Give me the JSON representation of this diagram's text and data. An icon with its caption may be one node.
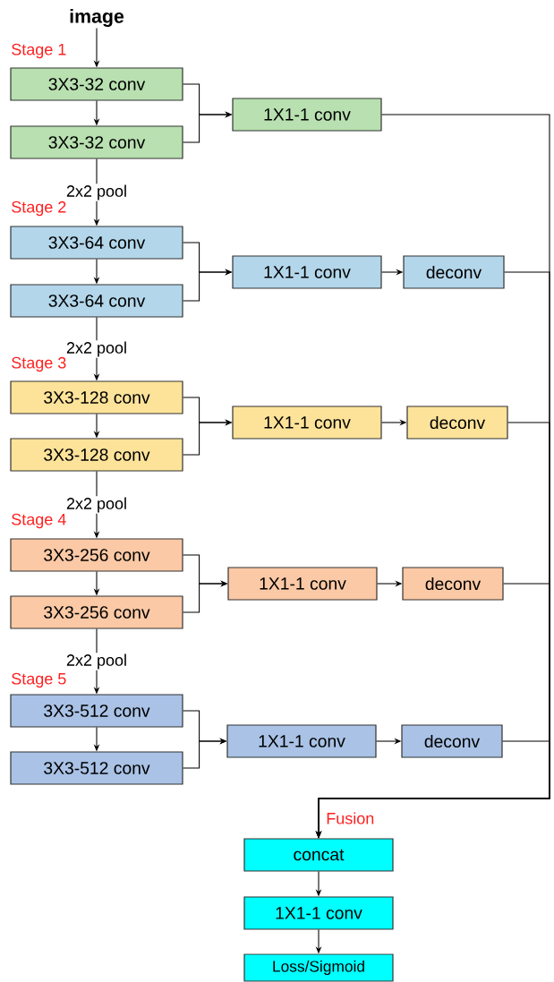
{
  "diagram": {
    "nodes": [
      {
        "text": [
          "image"
        ]
      },
      {
        "text": [
          "3X3-32 conv"
        ]
      },
      {
        "text": [
          "3X3-32 conv"
        ]
      },
      {
        "text": [
          "1X1-1 conv"
        ]
      },
      {
        "text": [
          "3X3-64 conv"
        ]
      },
      {
        "text": [
          "3X3-64 conv"
        ]
      },
      {
        "text": [
          "1X1-1 conv"
        ]
      },
      {
        "text": [
          "deconv"
        ]
      },
      {
        "text": [
          "3X3-128 conv"
        ]
      },
      {
        "text": [
          "3X3-128 conv"
        ]
      },
      {
        "text": [
          "1X1-1 conv"
        ]
      },
      {
        "text": [
          "deconv"
        ]
      },
      {
        "text": [
          "3X3-256 conv"
        ]
      },
      {
        "text": [
          "3X3-256 conv"
        ]
      },
      {
        "text": [
          "1X1-1 conv"
        ]
      },
      {
        "text": [
          "deconv"
        ]
      },
      {
        "text": [
          "3X3-512 conv"
        ]
      },
      {
        "text": [
          "3X3-512 conv"
        ]
      },
      {
        "text": [
          "1X1-1 conv"
        ]
      },
      {
        "text": [
          "deconv"
        ]
      },
      {
        "text": [
          "concat"
        ]
      },
      {
        "text": [
          "1X1-1 conv"
        ]
      },
      {
        "text": [
          "Loss/Sigmoid"
        ]
      }
    ],
    "edges": [
      {
        "from": 0,
        "to": 1,
        "arrow": "to"
      },
      {
        "from": 1,
        "to": 2,
        "arrow": "to"
      },
      {
        "from": 1,
        "to": 3,
        "arrow": "to"
      },
      {
        "from": 2,
        "to": 3,
        "arrow": "to"
      },
      {
        "from": 2,
        "to": 4,
        "arrow": "to",
        "label": "2x2 pool"
      },
      {
        "from": 4,
        "to": 5,
        "arrow": "to"
      },
      {
        "from": 4,
        "to": 6,
        "arrow": "to"
      },
      {
        "from": 5,
        "to": 6,
        "arrow": "to"
      },
      {
        "from": 6,
        "to": 7,
        "arrow": "to"
      },
      {
        "from": 5,
        "to": 8,
        "arrow": "to",
        "label": "2x2 pool"
      },
      {
        "from": 8,
        "to": 9,
        "arrow": "to"
      },
      {
        "from": 8,
        "to": 10,
        "arrow": "to"
      },
      {
        "from": 9,
        "to": 10,
        "arrow": "to"
      },
      {
        "from": 10,
        "to": 11,
        "arrow": "to"
      },
      {
        "from": 9,
        "to": 12,
        "arrow": "to",
        "label": "2x2 pool"
      },
      {
        "from": 12,
        "to": 13,
        "arrow": "to"
      },
      {
        "from": 12,
        "to": 14,
        "arrow": "to"
      },
      {
        "from": 13,
        "to": 14,
        "arrow": "to"
      },
      {
        "from": 14,
        "to": 15,
        "arrow": "to"
      },
      {
        "from": 13,
        "to": 16,
        "arrow": "to",
        "label": "2x2 pool"
      },
      {
        "from": 16,
        "to": 17,
        "arrow": "to"
      },
      {
        "from": 16,
        "to": 18,
        "arrow": "to"
      },
      {
        "from": 17,
        "to": 18,
        "arrow": "to"
      },
      {
        "from": 18,
        "to": 19,
        "arrow": "to"
      },
      {
        "from": 3,
        "to": 20,
        "arrow": "to"
      },
      {
        "from": 7,
        "to": 20,
        "arrow": "to"
      },
      {
        "from": 11,
        "to": 20,
        "arrow": "to"
      },
      {
        "from": 15,
        "to": 20,
        "arrow": "to"
      },
      {
        "from": 19,
        "to": 20,
        "arrow": "to"
      },
      {
        "from": 20,
        "to": 21,
        "arrow": "to"
      },
      {
        "from": 21,
        "to": 22,
        "arrow": "to"
      }
    ],
    "labels": [
      "Stage 1",
      "Stage 2",
      "Stage 3",
      "Stage 4",
      "Stage 5",
      "Fusion"
    ]
  }
}
